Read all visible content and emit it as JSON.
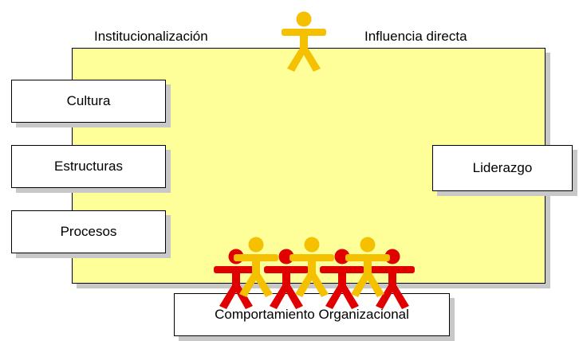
{
  "labels": {
    "top_left": "Institucionalización",
    "top_right": "Influencia directa",
    "box_cultura": "Cultura",
    "box_estructuras": "Estructuras",
    "box_procesos": "Procesos",
    "box_liderazgo": "Liderazgo",
    "box_comportamiento": "Comportamiento Organizacional"
  },
  "colors": {
    "panel": "#ffff99",
    "figure_yellow": "#f5c000",
    "figure_red": "#e00000"
  },
  "icons": [
    "person-icon"
  ]
}
